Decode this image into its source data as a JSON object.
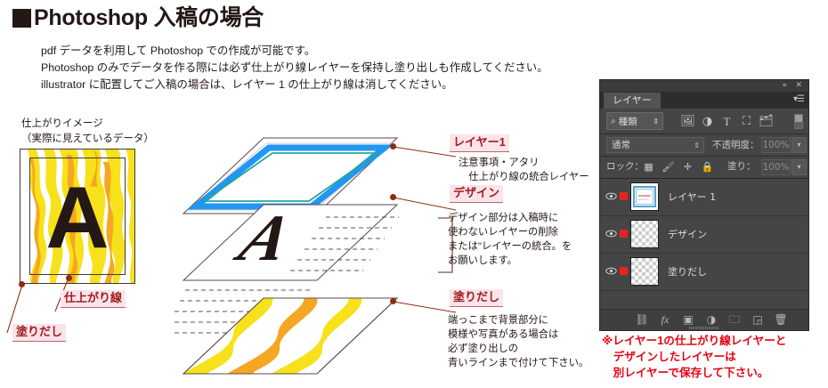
{
  "title": {
    "bullet": "filled-square",
    "text": "Photoshop 入稿の場合"
  },
  "intro": {
    "lines": "pdf データを利用して Photoshop での作成が可能です。\nPhotoshop のみでデータを作る際には必ず仕上がり線レイヤーを保持し塗り出しも作成してください。\nillustrator に配置してご入稿の場合は、レイヤー 1 の仕上がり線は消してください。"
  },
  "preview": {
    "caption": "仕上がりイメージ\n（実際に見えているデータ）",
    "artwork_letter": "A",
    "labels": {
      "trim": "仕上がり線",
      "bleed": "塗りだし"
    }
  },
  "annotations": [
    {
      "title": "レイヤー1",
      "body": "注意事項・アタリ\n　仕上がり線の統合レイヤー"
    },
    {
      "title": "デザイン",
      "body": "デザイン部分は入稿時に\n使わないレイヤーの削除\nまたは\"レイヤーの統合。を\nお願いします。"
    },
    {
      "title": "塗りだし",
      "body": "端っこまで背景部分に\n模様や写真がある場合は\n必ず塗り出しの\n青いラインまで付けて下さい。"
    }
  ],
  "photoshop_panel": {
    "window_controls": {
      "collapse": "«",
      "close": "✕"
    },
    "tab_label": "レイヤー",
    "panel_menu_icon": "panel-menu-icon",
    "filter": {
      "kind_label": "種類",
      "search_icon": "search-icon",
      "stepper_icon": "⇕",
      "icons": [
        "pixel-layer-filter-icon",
        "adjustment-layer-filter-icon",
        "type-layer-filter-icon",
        "shape-layer-filter-icon",
        "smart-object-filter-icon"
      ],
      "toggle": "filter-enable-toggle"
    },
    "blend": {
      "mode": "通常",
      "opacity_label": "不透明度：",
      "opacity_value": "100%"
    },
    "lock": {
      "label": "ロック：",
      "icons": [
        "lock-transparent-pixels-icon",
        "lock-image-pixels-icon",
        "lock-position-icon",
        "lock-all-icon"
      ],
      "fill_label": "塗り：",
      "fill_value": "100%"
    },
    "layers": [
      {
        "name": "レイヤー 1",
        "visible": true,
        "thumb": "artwork",
        "marked": true
      },
      {
        "name": "デザイン",
        "visible": true,
        "thumb": "transparent",
        "marked": true
      },
      {
        "name": "塗りだし",
        "visible": true,
        "thumb": "transparent",
        "marked": true
      }
    ],
    "bottom_icons": [
      "link-layers-icon",
      "layer-style-fx-icon",
      "add-layer-mask-icon",
      "new-adjustment-layer-icon",
      "new-group-icon",
      "new-layer-icon",
      "delete-layer-icon"
    ]
  },
  "warning": "※レイヤー1の仕上がり線レイヤーと\n　デザインしたレイヤーは\n　別レイヤーで保存して下さい。",
  "colors": {
    "title_ink": "#231815",
    "label_text": "#9e1c1c",
    "label_bg": "#fbe3ea",
    "warning_red": "#e60012",
    "connector": "#8f2c14",
    "bleed_blue": "#2196f3",
    "trim_cyan": "#26a69a",
    "flame_yellow": "#f7e11a",
    "flame_orange": "#f5a623",
    "panel_bg": "#3b3b3b"
  }
}
